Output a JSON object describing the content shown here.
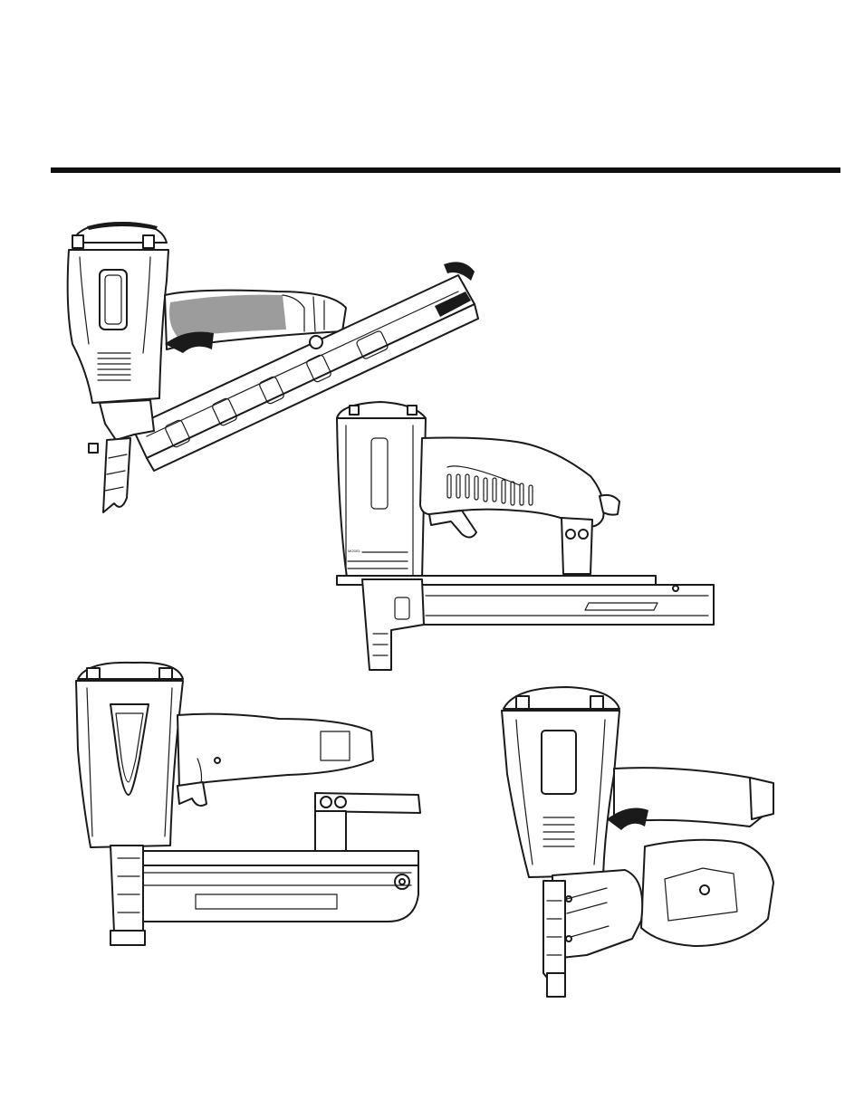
{
  "page": {
    "background": "#ffffff",
    "rule_color": "#111111"
  },
  "illustrations": [
    {
      "id": "framing-nailer",
      "icon": "framing-nailer-illustration"
    },
    {
      "id": "wide-crown-stapler",
      "icon": "stapler-illustration"
    },
    {
      "id": "heavy-stapler",
      "icon": "heavy-stapler-illustration"
    },
    {
      "id": "coil-nailer",
      "icon": "coil-nailer-illustration"
    }
  ]
}
